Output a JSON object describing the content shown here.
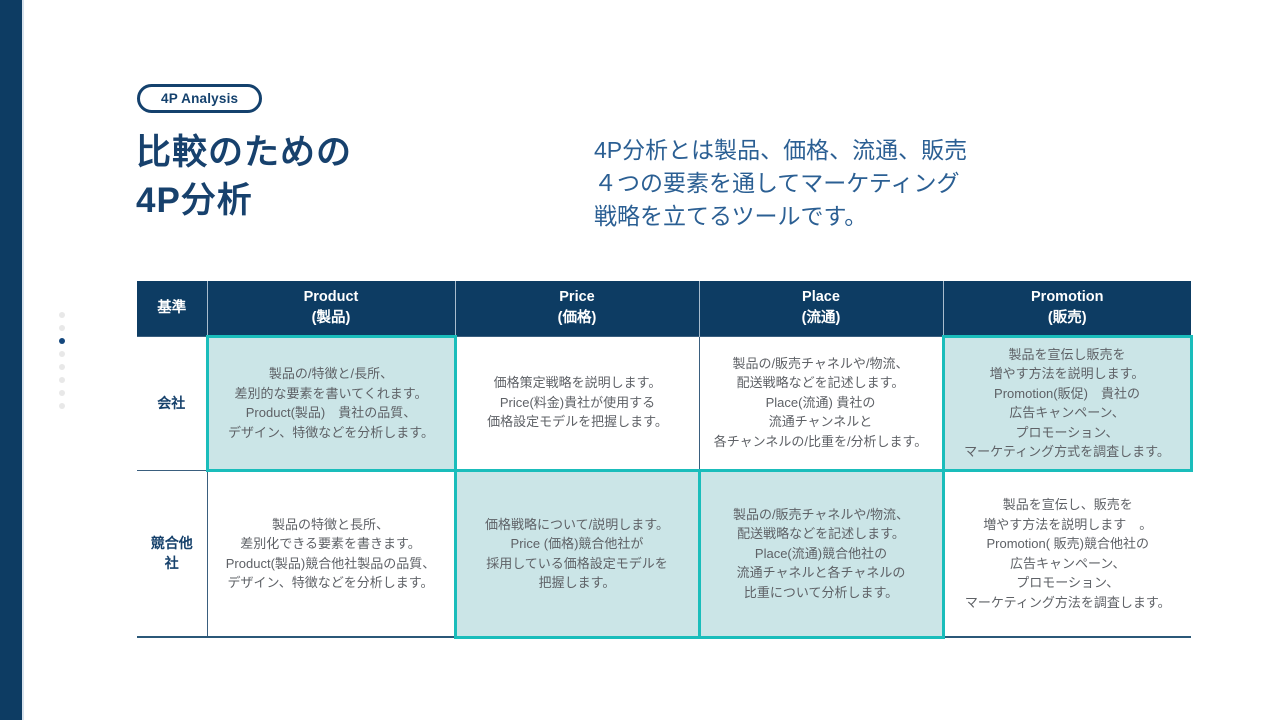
{
  "slide": {
    "badge_label": "4P Analysis",
    "title": "比較のための\n4P分析",
    "description": "4P分析とは製品、価格、流通、販売\n４つの要素を通してマーケティング\n戦略を立てるツールです。"
  },
  "table": {
    "header": {
      "criteria": "基準",
      "product": "Product\n(製品)",
      "price": "Price\n(価格)",
      "place": "Place\n(流通)",
      "promotion": "Promotion\n(販売)"
    },
    "rows": [
      {
        "label": "会社",
        "product": "製品の/特徴と/長所、\n差別的な要素を書いてくれます。\nProduct(製品)　貴社の品質、\nデザイン、特徴などを分析します。",
        "price": "価格策定戦略を説明します。\nPrice(料金)貴社が使用する\n価格設定モデルを把握します。",
        "place": "製品の/販売チャネルや/物流、\n配送戦略などを記述します。\nPlace(流通) 貴社の\n流通チャンネルと\n各チャンネルの/比重を/分析します。",
        "promotion": "製品を宣伝し販売を\n増やす方法を説明します。\nPromotion(販促)　貴社の\n広告キャンペーン、\nプロモーション、\nマーケティング方式を調査します。"
      },
      {
        "label": "競合他社",
        "product": "製品の特徴と長所、\n差別化できる要素を書きます。\nProduct(製品)競合他社製品の品質、\nデザイン、特徴などを分析します。",
        "price": "価格戦略について/説明します。\nPrice (価格)競合他社が\n採用している価格設定モデルを\n把握します。",
        "place": "製品の/販売チャネルや/物流、\n配送戦略などを記述します。\nPlace(流通)競合他社の\n流通チャネルと各チャネルの\n比重について分析します。",
        "promotion": "製品を宣伝し、販売を\n増やす方法を説明します　。\nPromotion( 販売)競合他社の\n広告キャンペーン、\nプロモーション、\nマーケティング方法を調査します。"
      }
    ]
  },
  "colors": {
    "navy": "#0d3c63",
    "title_navy": "#17416d",
    "description_blue": "#2b5f93",
    "highlight_border_teal": "#1abdbb",
    "highlight_fill_teal": "#cbe5e7",
    "body_text_gray": "#5e6166",
    "grid_line_navy": "#3a5e7e",
    "dot_inactive": "#e8e8e8",
    "dot_active": "#14477d"
  }
}
